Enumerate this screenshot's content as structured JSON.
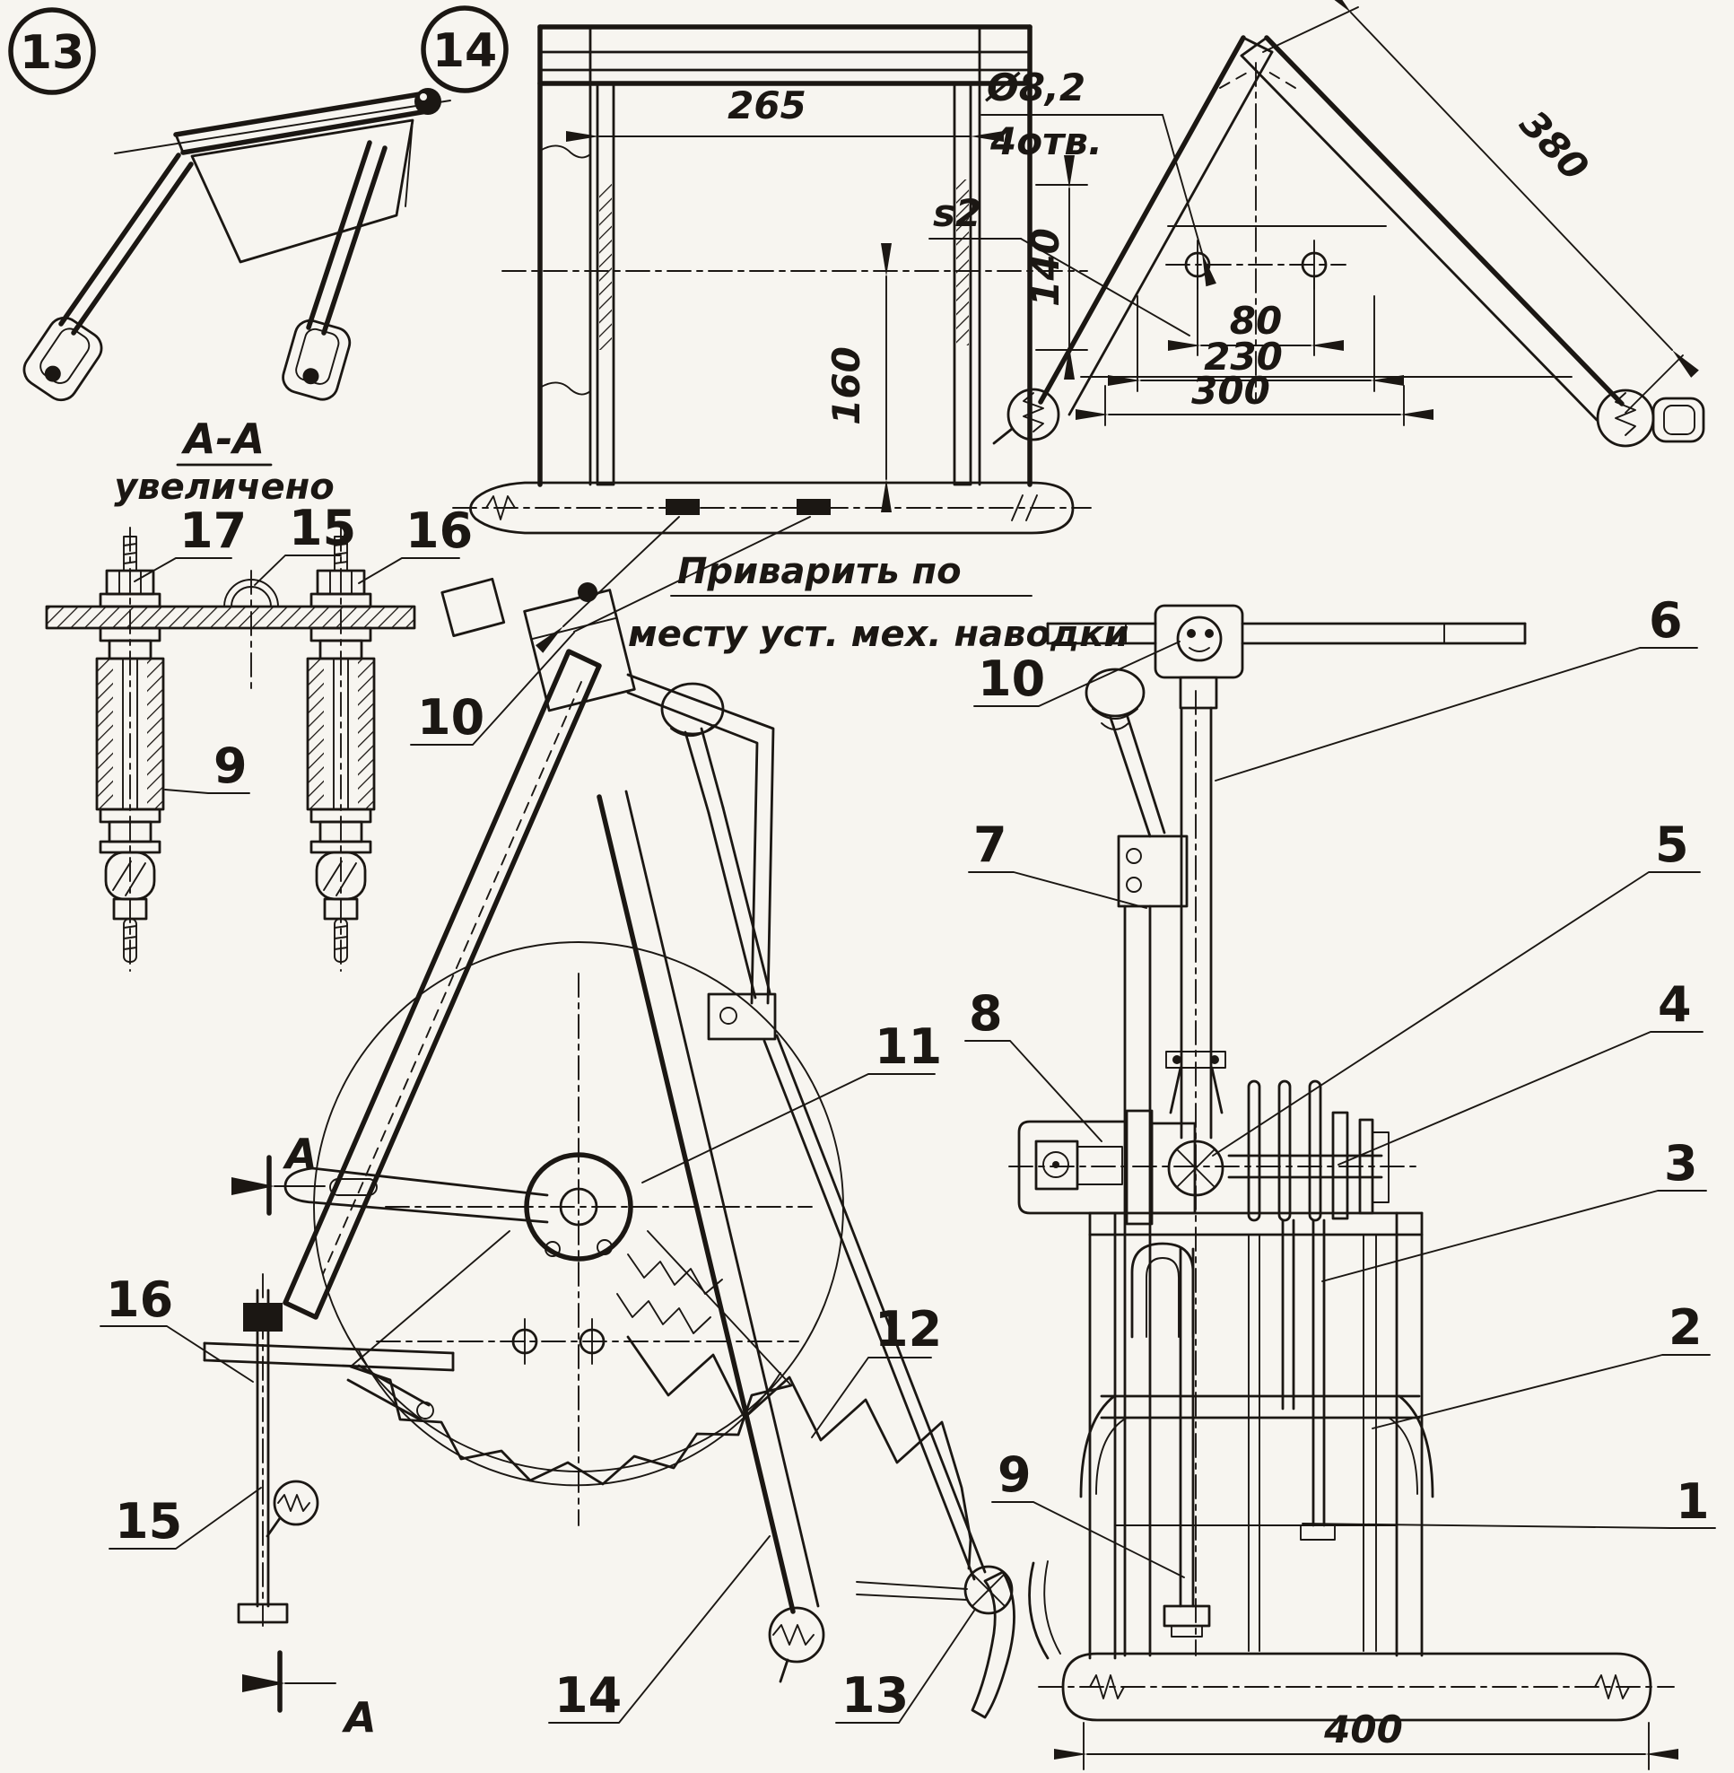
{
  "balloons": {
    "b13": "13",
    "b14": "14"
  },
  "section": {
    "title": "А-А",
    "subtitle": "увеличено",
    "marker": "А"
  },
  "note": {
    "line1": "Приварить по",
    "line2": "месту уст. мех. наводки"
  },
  "dimensions": {
    "w265": "265",
    "h140": "140",
    "h160": "160",
    "len380": "380",
    "w80": "80",
    "w230": "230",
    "w300": "300",
    "w400": "400",
    "hole_dia": "Ø8,2",
    "hole_count": "4отв.",
    "thickness": "s2"
  },
  "parts": {
    "p1": "1",
    "p2": "2",
    "p3": "3",
    "p4": "4",
    "p5": "5",
    "p6": "6",
    "p7": "7",
    "p8": "8",
    "p9": "9",
    "p10": "10",
    "p11": "11",
    "p12": "12",
    "p13": "13",
    "p14": "14",
    "p15": "15",
    "p16": "16",
    "p17": "17"
  }
}
